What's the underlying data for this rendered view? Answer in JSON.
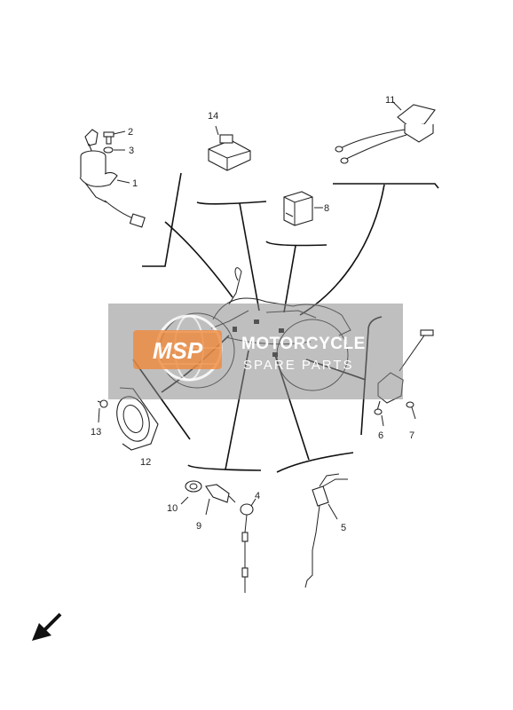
{
  "diagram": {
    "callouts": [
      {
        "id": "c1",
        "label": "1"
      },
      {
        "id": "c2",
        "label": "2"
      },
      {
        "id": "c3",
        "label": "3"
      },
      {
        "id": "c4",
        "label": "4"
      },
      {
        "id": "c5",
        "label": "5"
      },
      {
        "id": "c6",
        "label": "6"
      },
      {
        "id": "c7",
        "label": "7"
      },
      {
        "id": "c8",
        "label": "8"
      },
      {
        "id": "c9",
        "label": "9"
      },
      {
        "id": "c10",
        "label": "10"
      },
      {
        "id": "c11",
        "label": "11"
      },
      {
        "id": "c12",
        "label": "12"
      },
      {
        "id": "c13",
        "label": "13"
      },
      {
        "id": "c14",
        "label": "14"
      }
    ]
  },
  "watermark": {
    "logo": "MSP",
    "title": "MOTORCYCLE",
    "subtitle": "SPARE PARTS",
    "band_color": "#8a8a8a",
    "logo_color": "#f08a3c"
  }
}
